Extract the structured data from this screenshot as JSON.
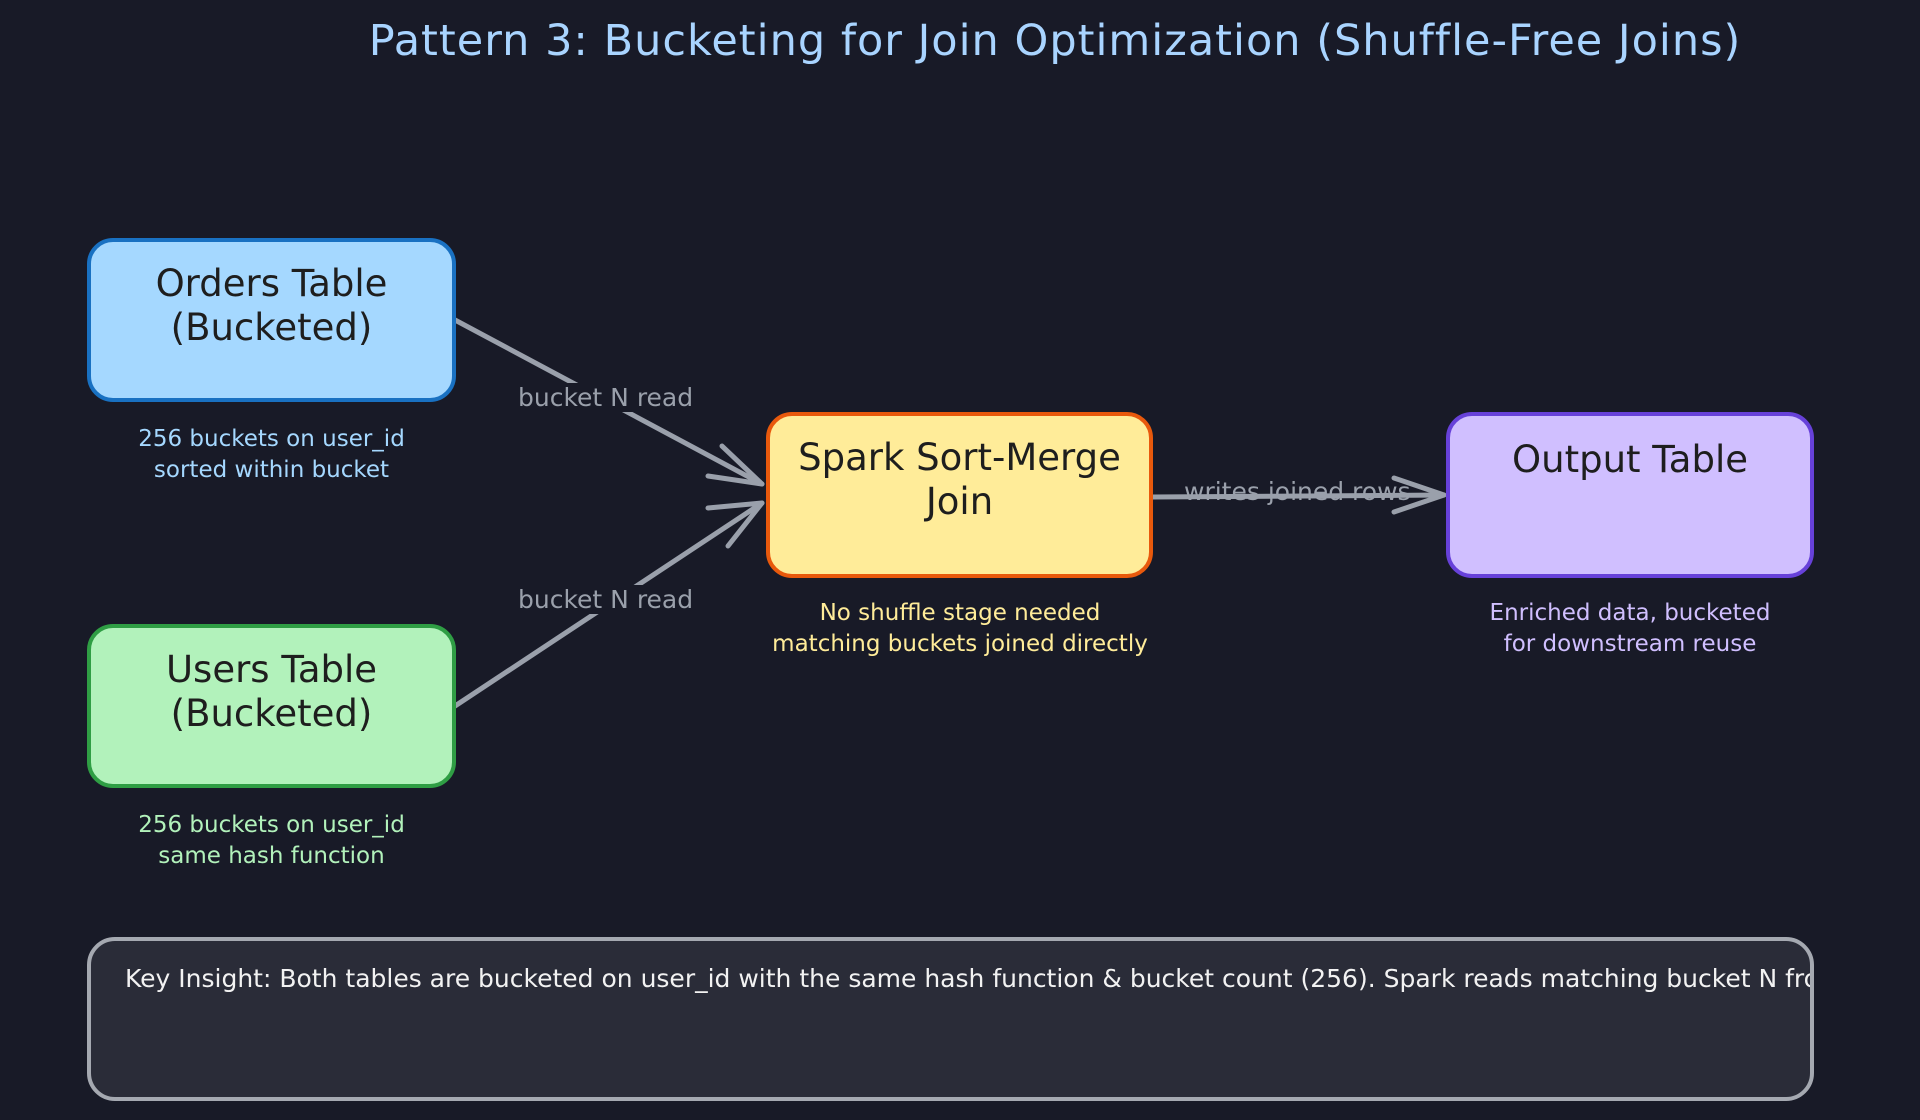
{
  "title": "Pattern 3: Bucketing for Join Optimization (Shuffle-Free Joins)",
  "nodes": {
    "orders": {
      "label": "Orders Table\n(Bucketed)",
      "note": "256 buckets on user_id\nsorted within bucket",
      "fill": "#a5d8ff",
      "stroke": "#1971c2",
      "note_color": "#a5d8ff"
    },
    "users": {
      "label": "Users Table\n(Bucketed)",
      "note": "256 buckets on user_id\nsame hash function",
      "fill": "#b2f2bb",
      "stroke": "#2f9e44",
      "note_color": "#b2f2bb"
    },
    "join": {
      "label": "Spark Sort-Merge\nJoin",
      "note": "No shuffle stage needed\nmatching buckets joined directly",
      "fill": "#ffec99",
      "stroke": "#e8590c",
      "note_color": "#ffec99"
    },
    "output": {
      "label": "Output Table",
      "note": "Enriched data, bucketed\nfor downstream reuse",
      "fill": "#d0bfff",
      "stroke": "#6741d9",
      "note_color": "#d0bfff"
    }
  },
  "edges": {
    "orders_to_join": "bucket N read",
    "users_to_join": "bucket N read",
    "join_to_output": "writes joined rows"
  },
  "insight": {
    "text": "Key Insight: Both tables are bucketed on user_id with the same hash function & bucket count (256). Spark reads matching bucket N from e"
  }
}
